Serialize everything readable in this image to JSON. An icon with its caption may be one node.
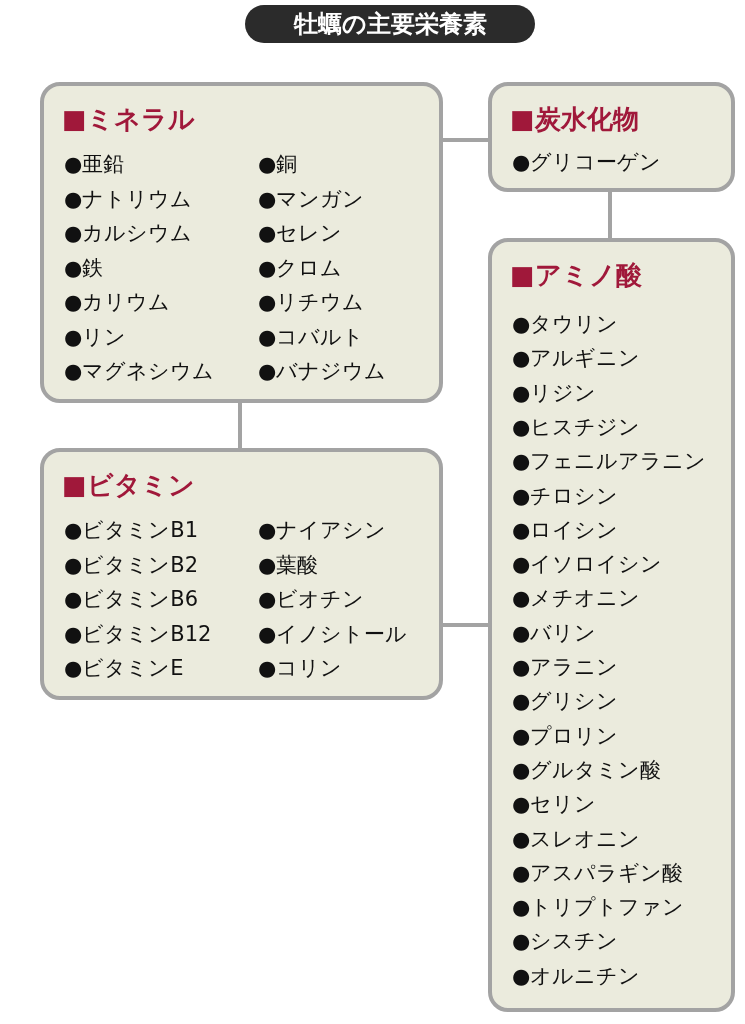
{
  "diagram": {
    "title": "牡蠣の主要栄養素",
    "nodes": [
      {
        "text": [
          "■ミネラル",
          "●亜鉛",
          "●ナトリウム",
          "●カルシウム",
          "●鉄",
          "●カリウム",
          "●リン",
          "●マグネシウム",
          "●銅",
          "●マンガン",
          "●セレン",
          "●クロム",
          "●リチウム",
          "●コバルト",
          "●バナジウム"
        ]
      },
      {
        "text": [
          "■炭水化物",
          "●グリコーゲン"
        ]
      },
      {
        "text": [
          "■アミノ酸",
          "●タウリン",
          "●アルギニン",
          "●リジン",
          "●ヒスチジン",
          "●フェニルアラニン",
          "●チロシン",
          "●ロイシン",
          "●イソロイシン",
          "●メチオニン",
          "●バリン",
          "●アラニン",
          "●グリシン",
          "●プロリン",
          "●グルタミン酸",
          "●セリン",
          "●スレオニン",
          "●アスパラギン酸",
          "●トリプトファン",
          "●シスチン",
          "●オルニチン"
        ]
      },
      {
        "text": [
          "■ビタミン",
          "●ビタミンB1",
          "●ビタミンB2",
          "●ビタミンB6",
          "●ビタミンB12",
          "●ビタミンE",
          "●ナイアシン",
          "●葉酸",
          "●ビオチン",
          "●イノシトール",
          "●コリン"
        ]
      }
    ],
    "edges": [
      {
        "from": 0,
        "to": 1,
        "arrow": "none"
      },
      {
        "from": 1,
        "to": 2,
        "arrow": "none"
      },
      {
        "from": 0,
        "to": 3,
        "arrow": "none"
      },
      {
        "from": 3,
        "to": 2,
        "arrow": "none"
      }
    ]
  }
}
